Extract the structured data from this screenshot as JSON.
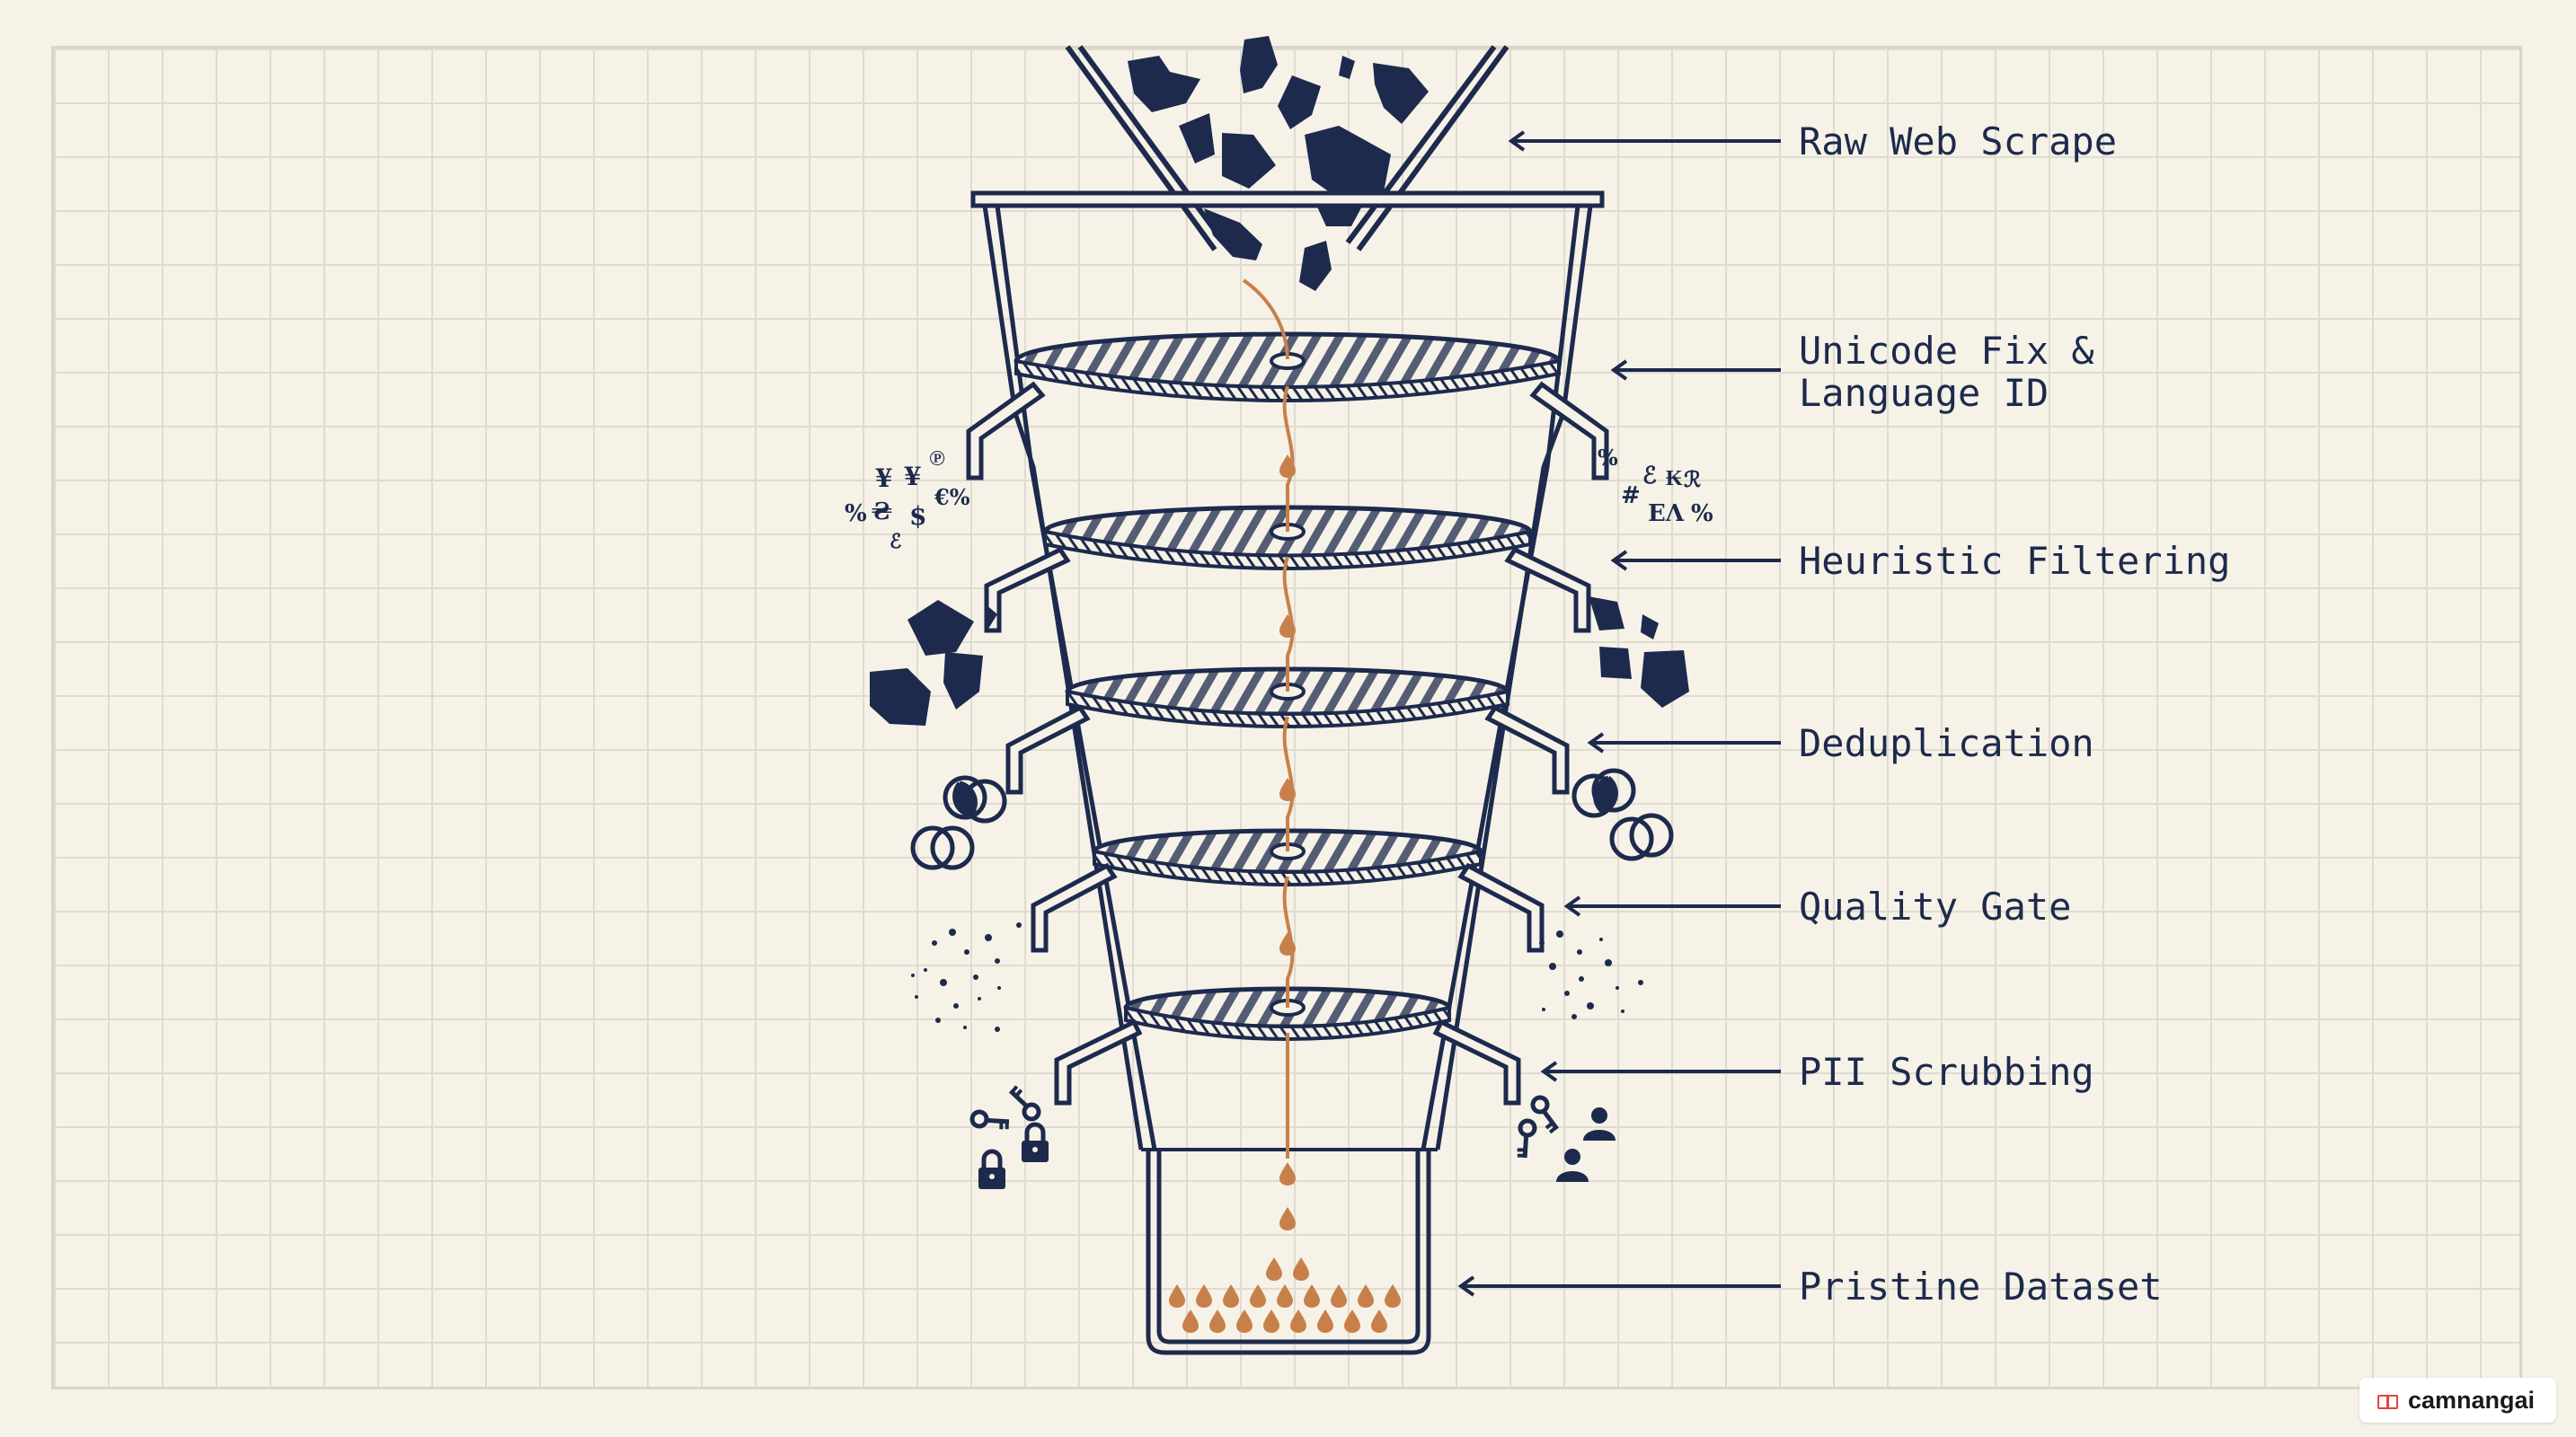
{
  "colors": {
    "background": "#f6f2e7",
    "grid": "#dedbd0",
    "ink": "#1d2a4d",
    "droplet": "#c8804a"
  },
  "stages": [
    {
      "label": "Raw Web Scrape"
    },
    {
      "label": "Unicode Fix &\nLanguage ID"
    },
    {
      "label": "Heuristic Filtering"
    },
    {
      "label": "Deduplication"
    },
    {
      "label": "Quality Gate"
    },
    {
      "label": "PII Scrubbing"
    },
    {
      "label": "Pristine Dataset"
    }
  ],
  "glyph_debris": {
    "left": [
      "¥",
      "¥",
      "℗",
      "%",
      "₴",
      "€%",
      "$",
      "ℰ"
    ],
    "right": [
      "%",
      "ℰ",
      "₭",
      "ℛ",
      "#",
      "ΕΛ",
      "%"
    ]
  },
  "icons": {
    "debris_chunks": "paper-fragment-icon",
    "overlap_circles": "duplicate-circles-icon",
    "noise_dots": "noise-speckle-icon",
    "key": "key-icon",
    "lock": "padlock-icon",
    "person": "person-icon",
    "droplet": "clean-data-droplet-icon"
  },
  "watermark": {
    "text": "camnangai"
  }
}
